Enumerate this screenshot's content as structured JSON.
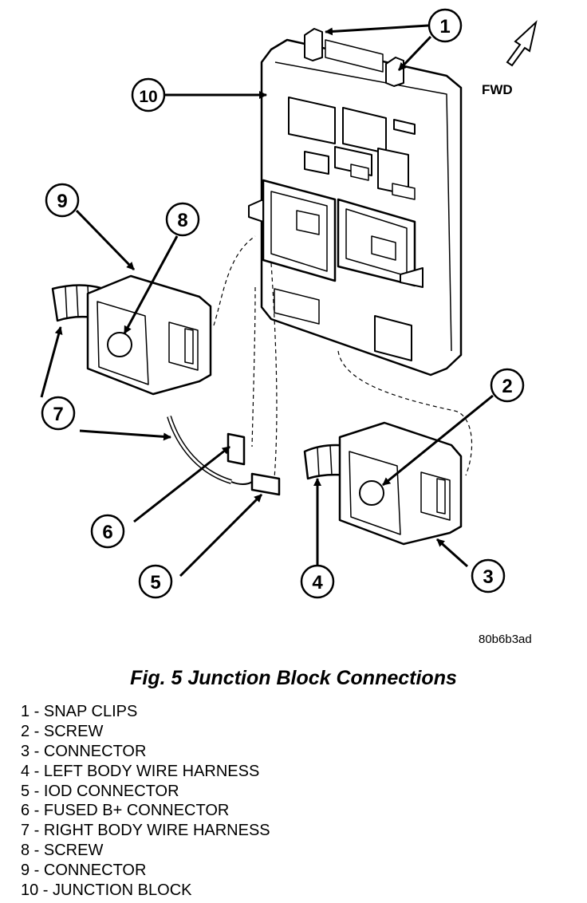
{
  "diagram": {
    "figure_id": "80b6b3ad",
    "orientation_label": "FWD",
    "callouts": [
      "1",
      "2",
      "3",
      "4",
      "5",
      "6",
      "7",
      "8",
      "9",
      "10"
    ]
  },
  "caption": "Fig. 5 Junction Block Connections",
  "legend": [
    "1 - SNAP CLIPS",
    "2 - SCREW",
    "3 - CONNECTOR",
    "4 - LEFT BODY WIRE HARNESS",
    "5 - IOD CONNECTOR",
    "6 - FUSED B+ CONNECTOR",
    "7 - RIGHT BODY WIRE HARNESS",
    "8 - SCREW",
    "9 - CONNECTOR",
    "10 - JUNCTION BLOCK"
  ]
}
